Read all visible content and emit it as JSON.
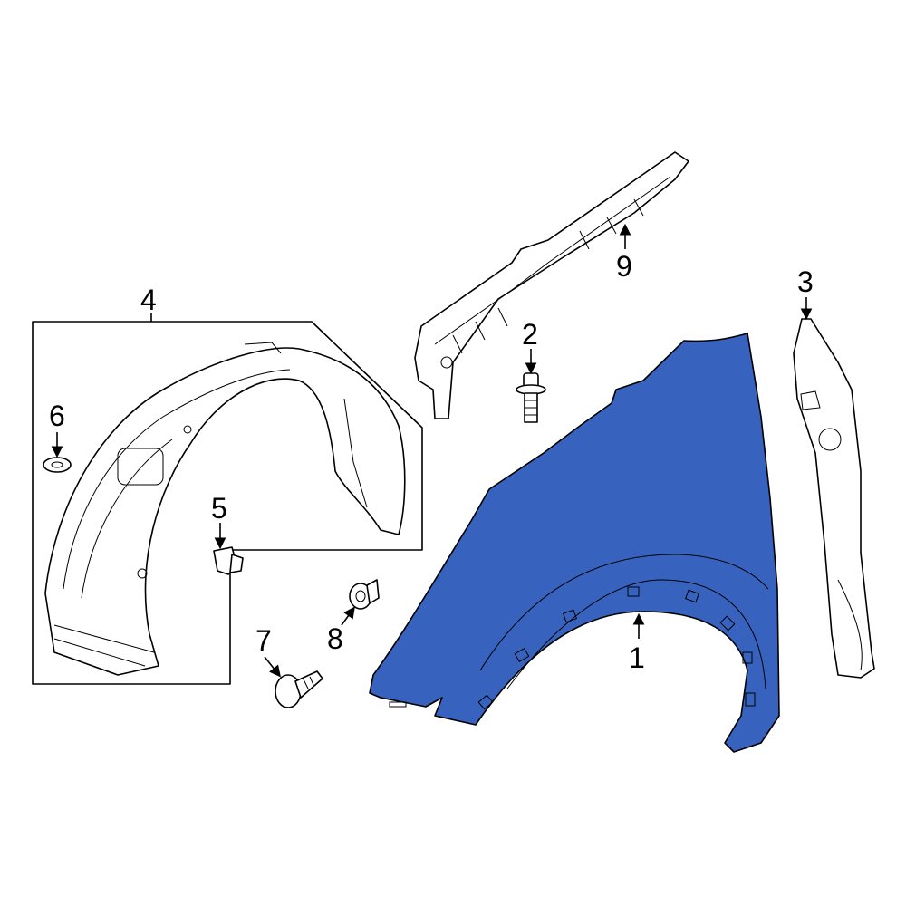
{
  "diagram": {
    "type": "exploded parts diagram",
    "fender_color": "#3763BF",
    "callouts": [
      {
        "number": "1"
      },
      {
        "number": "2"
      },
      {
        "number": "3"
      },
      {
        "number": "4"
      },
      {
        "number": "5"
      },
      {
        "number": "6"
      },
      {
        "number": "7"
      },
      {
        "number": "8"
      },
      {
        "number": "9"
      }
    ]
  }
}
